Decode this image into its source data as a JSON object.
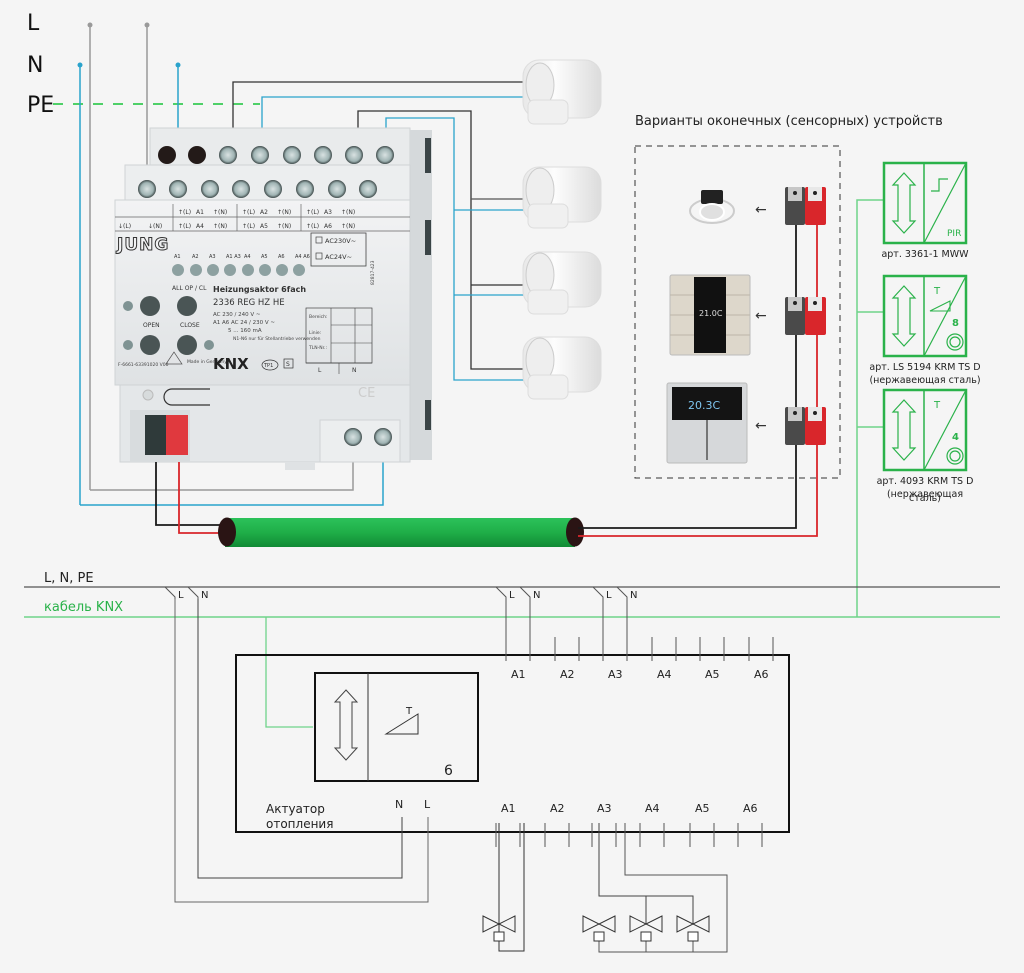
{
  "rails": {
    "L": "L",
    "N": "N",
    "PE": "PE"
  },
  "colors": {
    "L_wire": "#9a9a9a",
    "N_wire": "#2aa3cc",
    "PE_wire_yellow": "#e8ea3a",
    "PE_wire_green": "#4fd068",
    "knx_green": "#2ab24a",
    "knx_cable": "#20b04a",
    "bus_red": "#d9262b",
    "bus_black": "#1a1a1a",
    "background": "#f5f5f5"
  },
  "actuator_device": {
    "brand": "JUNG",
    "name": "Heizungsaktor 6fach",
    "model": "2336 REG HZ HE",
    "spec1": "AC 230 / 240 V ~",
    "spec2": "A1 A6  AC 24 / 230 V ~",
    "spec3": "5 ... 160 mA",
    "spec4": "N1-N6 nur für Stellantriebe verwenden",
    "terminal_row1": [
      "↑(L)",
      "A1",
      "↑(N)",
      "↑(L)",
      "A2",
      "↑(N)",
      "↑(L)",
      "A3",
      "↑(N)"
    ],
    "terminal_row2": [
      "↓(L)",
      "↓(N)",
      "↑(L)",
      "A4",
      "↑(N)",
      "↑(L)",
      "A5",
      "↑(N)",
      "↑(L)",
      "A6",
      "↑(N)"
    ],
    "led_labels": [
      "A1",
      "A2",
      "A3",
      "A1 A3",
      "A4",
      "A5",
      "A6",
      "A4 A6"
    ],
    "voltage_options": [
      "AC230V~",
      "AC24V~"
    ],
    "buttons": [
      "ALL OP / CL",
      "OPEN",
      "CLOSE"
    ],
    "label_fields": [
      "Bereich:",
      "Linie:",
      "TLN-Nr.:"
    ],
    "bottom_labels": [
      "L",
      "N"
    ],
    "part_no": "F-6661-63391020  V00",
    "made_in": "Made in Germany",
    "knx_logo": "KNX",
    "tp_label": "TP1",
    "s_label": "S",
    "serial": "82817-423"
  },
  "sensors": {
    "title": "Варианты оконечных (сенсорных) устройств",
    "thermostat_display": "20.3C",
    "knx_display": "21.0C",
    "items": [
      {
        "symbol_text": "PIR",
        "number": "",
        "caption": "арт. 3361-1 MWW",
        "caption2": ""
      },
      {
        "symbol_text": "T",
        "number": "8",
        "caption": "арт. LS 5194 KRM TS D",
        "caption2": "(нержавеющая сталь)"
      },
      {
        "symbol_text": "T",
        "number": "4",
        "caption": "арт. 4093 KRM TS D",
        "caption2": "(нержавеющая"
      },
      {
        "caption3": "сталь)"
      }
    ]
  },
  "schematic": {
    "power_bus": "L, N, PE",
    "knx_bus": "кабель KNX",
    "tap_L": "L",
    "tap_N": "N",
    "actuator_label1": "Актуатор",
    "actuator_label2": "отопления",
    "inner_T": "T",
    "inner_number": "6",
    "top_outputs": [
      "A1",
      "A2",
      "A3",
      "A4",
      "A5",
      "A6"
    ],
    "bottom_outputs": [
      "A1",
      "A2",
      "A3",
      "A4",
      "A5",
      "A6"
    ],
    "supply_N": "N",
    "supply_L": "L"
  }
}
